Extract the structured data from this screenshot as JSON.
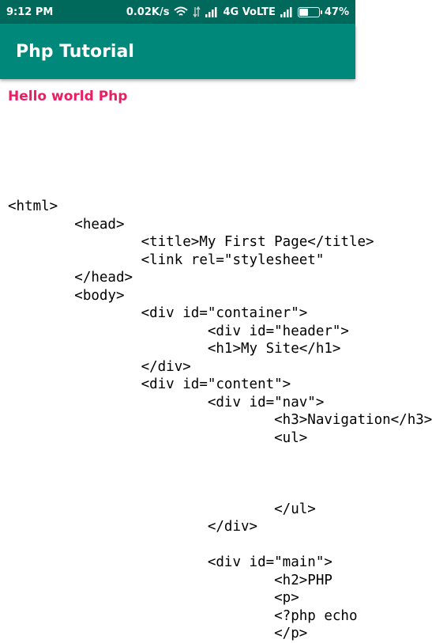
{
  "status_bar": {
    "time": "9:12 PM",
    "network_speed": "0.02K/s",
    "network_type": "4G VoLTE",
    "battery_percent": "47%",
    "battery_level": 0.47,
    "icons": [
      "wifi-icon",
      "data-transfer-icon",
      "signal-icon",
      "signal-icon",
      "battery-icon"
    ]
  },
  "app_bar": {
    "title": "Php Tutorial",
    "color": "#00897b"
  },
  "content": {
    "heading": "Hello world Php",
    "heading_color": "#e91e63",
    "code_lines": [
      "<html>",
      "\t<head>",
      "\t\t<title>My First Page</title>",
      "\t\t<link rel=\"stylesheet\"",
      "\t</head>",
      "\t<body>",
      "\t\t<div id=\"container\">",
      "\t\t\t<div id=\"header\">",
      "\t\t\t<h1>My Site</h1>",
      "\t\t</div>",
      "\t\t<div id=\"content\">",
      "\t\t\t<div id=\"nav\">",
      "\t\t\t\t<h3>Navigation</h3>",
      "\t\t\t\t<ul>",
      "",
      "",
      "",
      "\t\t\t\t</ul>",
      "\t\t\t</div>",
      "",
      "\t\t\t<div id=\"main\">",
      "\t\t\t\t<h2>PHP",
      "\t\t\t\t<p>",
      "\t\t\t\t<?php echo",
      "\t\t\t\t</p>"
    ]
  }
}
